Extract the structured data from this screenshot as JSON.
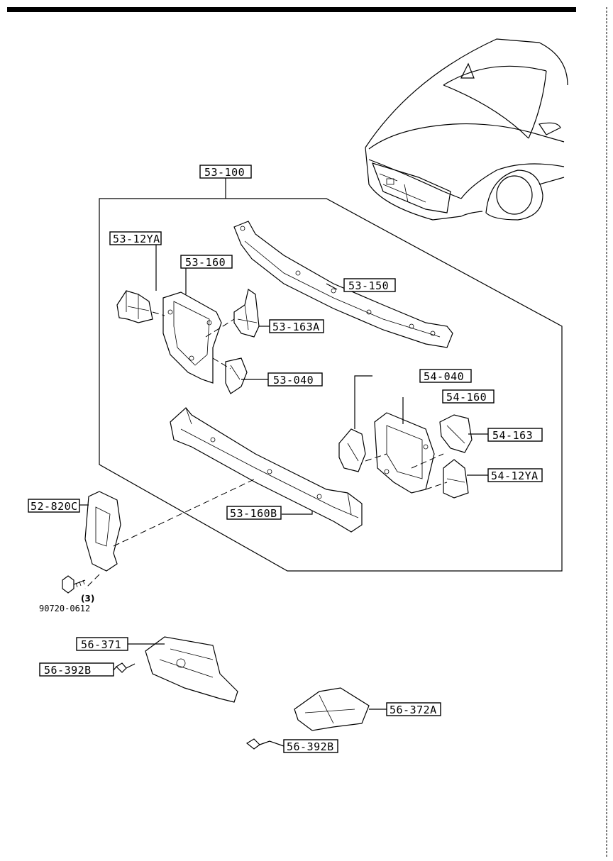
{
  "diagram": {
    "assembly_label": "53-100",
    "parts": [
      {
        "id": "p_53_12ya",
        "label": "53-12YA"
      },
      {
        "id": "p_53_160",
        "label": "53-160"
      },
      {
        "id": "p_53_150",
        "label": "53-150"
      },
      {
        "id": "p_53_163a",
        "label": "53-163A"
      },
      {
        "id": "p_53_040",
        "label": "53-040"
      },
      {
        "id": "p_54_040",
        "label": "54-040"
      },
      {
        "id": "p_54_160",
        "label": "54-160"
      },
      {
        "id": "p_54_163",
        "label": "54-163"
      },
      {
        "id": "p_54_12ya",
        "label": "54-12YA"
      },
      {
        "id": "p_53_160b",
        "label": "53-160B"
      },
      {
        "id": "p_52_820c",
        "label": "52-820C"
      },
      {
        "id": "p_56_371",
        "label": "56-371"
      },
      {
        "id": "p_56_392b_a",
        "label": "56-392B"
      },
      {
        "id": "p_56_372a",
        "label": "56-372A"
      },
      {
        "id": "p_56_392b_b",
        "label": "56-392B"
      }
    ],
    "bolt": {
      "part_number": "90720-0612",
      "quantity": "(3)"
    }
  }
}
